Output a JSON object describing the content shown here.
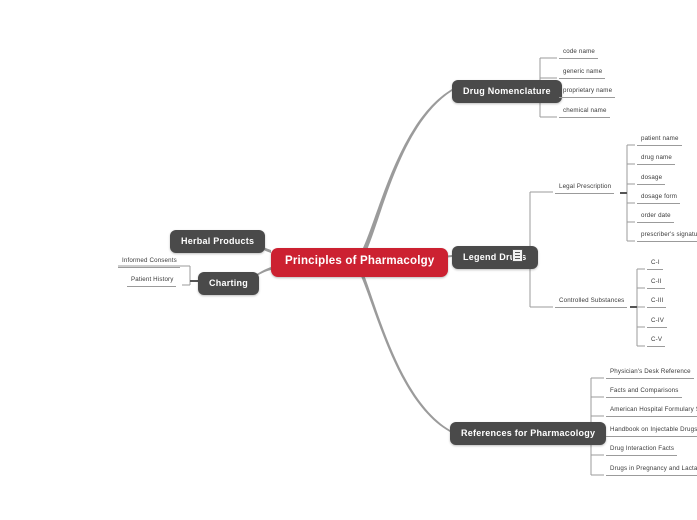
{
  "map": {
    "root": {
      "label": "Principles of Pharmacolgy",
      "color": "#cc2131"
    },
    "branch_color": "#4a4a4a",
    "connector_color": "#9b9b9b",
    "branches": [
      {
        "id": "drug-nomenclature",
        "label": "Drug Nomenclature",
        "side": "right",
        "children": [
          {
            "label": "code name"
          },
          {
            "label": "generic name"
          },
          {
            "label": "proprietary name"
          },
          {
            "label": "chemical name"
          }
        ]
      },
      {
        "id": "legend-drugs",
        "label": "Legend Drugs",
        "side": "right",
        "icon": "list-note-icon",
        "children": [
          {
            "label": "Legal Prescription",
            "children": [
              {
                "label": "patient name"
              },
              {
                "label": "drug name"
              },
              {
                "label": "dosage"
              },
              {
                "label": "dosage form"
              },
              {
                "label": "order date"
              },
              {
                "label": "prescriber's signature"
              }
            ]
          },
          {
            "label": "Controlled Substances",
            "children": [
              {
                "label": "C-I"
              },
              {
                "label": "C-II"
              },
              {
                "label": "C-III"
              },
              {
                "label": "C-IV"
              },
              {
                "label": "C-V"
              }
            ]
          }
        ]
      },
      {
        "id": "references-for-pharmacology",
        "label": "References  for Pharmacology",
        "side": "right",
        "children": [
          {
            "label": "Physician's Desk Reference"
          },
          {
            "label": "Facts and Comparisons"
          },
          {
            "label": "American Hospital Formulary Se"
          },
          {
            "label": "Handbook on Injectable Drugs"
          },
          {
            "label": "Drug Interaction Facts"
          },
          {
            "label": "Drugs in Pregnancy and Lactatio"
          }
        ]
      },
      {
        "id": "herbal-products",
        "label": "Herbal Products",
        "side": "left",
        "children": []
      },
      {
        "id": "charting",
        "label": "Charting",
        "side": "left",
        "children": [
          {
            "label": "Informed Consents"
          },
          {
            "label": "Patient History"
          }
        ]
      }
    ]
  }
}
